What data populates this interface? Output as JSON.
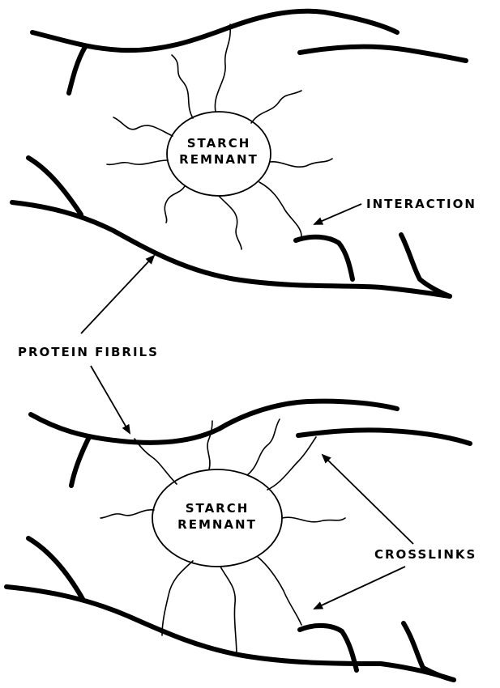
{
  "top": {
    "remnant_line1": "STARCH",
    "remnant_line2": "REMNANT",
    "interaction": "INTERACTION"
  },
  "middle": {
    "protein_fibrils": "PROTEIN FIBRILS"
  },
  "bottom": {
    "remnant_line1": "STARCH",
    "remnant_line2": "REMNANT",
    "crosslinks": "CROSSLINKS"
  }
}
